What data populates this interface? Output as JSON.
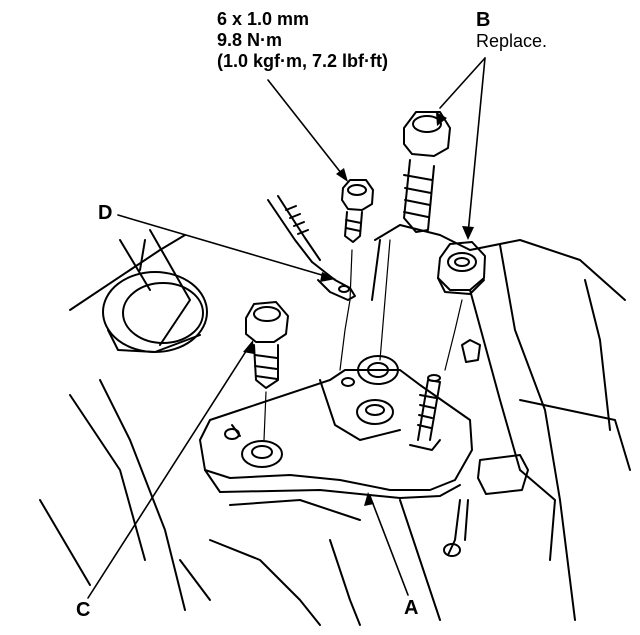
{
  "spec": {
    "size": "6 x 1.0 mm",
    "torque_nm": "9.8 N·m",
    "torque_alt": "(1.0 kgf·m, 7.2 lbf·ft)"
  },
  "callouts": {
    "A": "A",
    "B": "B",
    "B_note": "Replace.",
    "C": "C",
    "D": "D"
  },
  "colors": {
    "ink": "#000000",
    "paper": "#ffffff"
  }
}
